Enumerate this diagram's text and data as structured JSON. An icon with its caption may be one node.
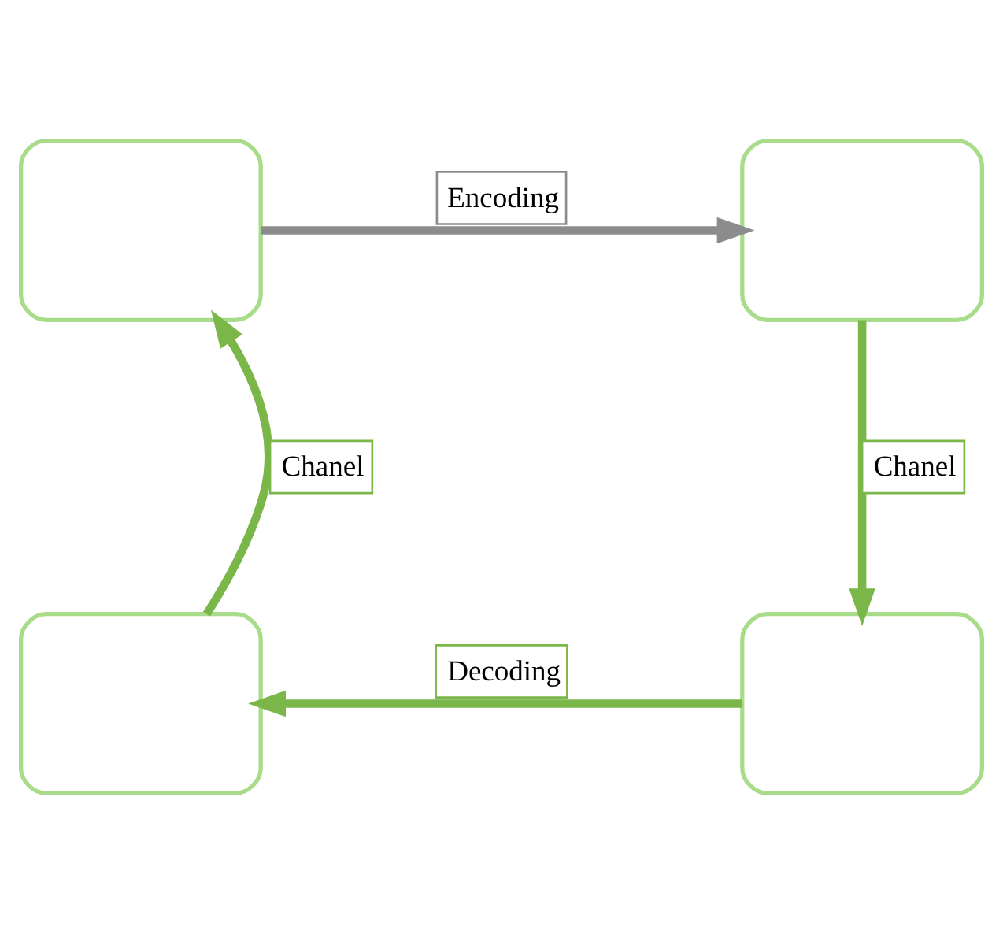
{
  "diagram": {
    "nodes": [
      {
        "text": [],
        "shape": "box"
      },
      {
        "text": [],
        "shape": "box"
      },
      {
        "text": [],
        "shape": "box"
      },
      {
        "text": [],
        "shape": "box"
      }
    ],
    "edges": [
      {
        "from": 0,
        "to": 1,
        "arrow": "to",
        "label": "Encoding",
        "color": "#8c8c8c"
      },
      {
        "from": 1,
        "to": 3,
        "arrow": "to",
        "label": "Chanel"
      },
      {
        "from": 3,
        "to": 2,
        "arrow": "to",
        "label": "Decoding"
      },
      {
        "from": 2,
        "to": 0,
        "arrow": "to",
        "label": "Chanel"
      }
    ]
  }
}
